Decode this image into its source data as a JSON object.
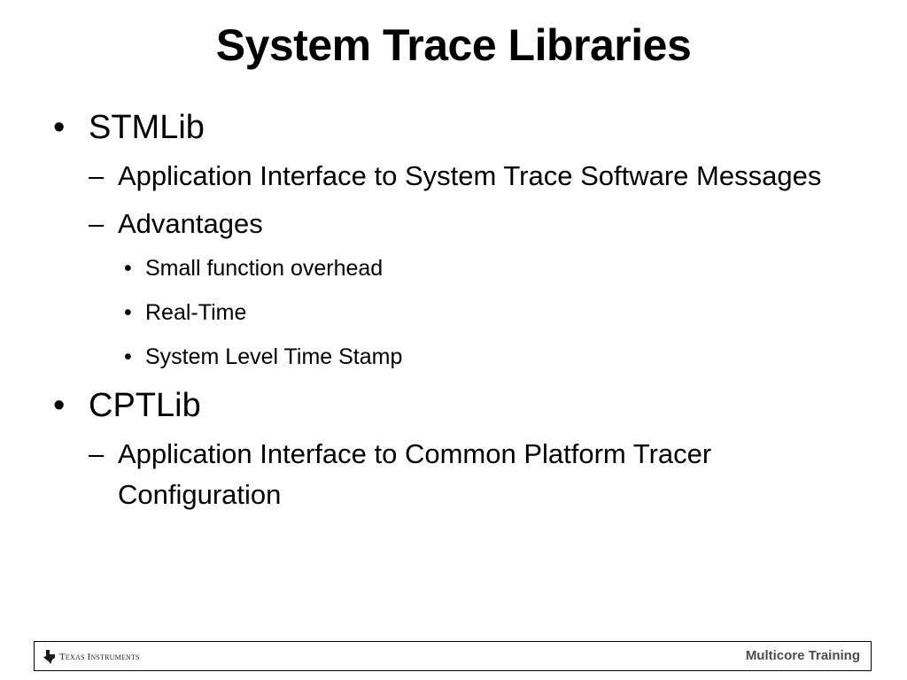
{
  "slide": {
    "title": "System Trace Libraries"
  },
  "bullets": {
    "stmlib": {
      "label": "STMLib",
      "items": {
        "interface": "Application Interface to System Trace Software Messages",
        "advantages": {
          "label": "Advantages",
          "points": [
            "Small function overhead",
            "Real-Time",
            "System Level Time Stamp"
          ]
        }
      }
    },
    "cptlib": {
      "label": "CPTLib",
      "items": {
        "interface": "Application Interface to Common Platform Tracer Configuration"
      }
    }
  },
  "marks": {
    "bullet": "•",
    "dash": "–"
  },
  "footer": {
    "logo_text": "Texas Instruments",
    "right_text": "Multicore Training"
  }
}
